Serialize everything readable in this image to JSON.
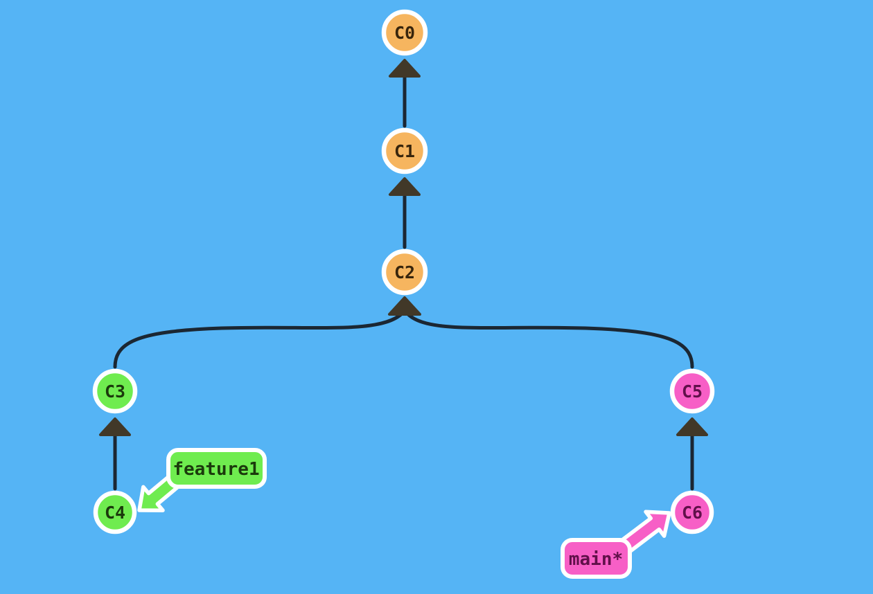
{
  "colors": {
    "background": "#55B4F5",
    "node_border": "#FFFFFF",
    "edge": "#1B2733",
    "arrowhead": "#413828",
    "trunk_fill": "#F6B55F",
    "trunk_text": "#38250C",
    "feature_fill": "#6FEC4F",
    "feature_text": "#1B3A0C",
    "main_fill": "#F75FC6",
    "main_text": "#61104A"
  },
  "commits": [
    {
      "label": "C0"
    },
    {
      "label": "C1"
    },
    {
      "label": "C2"
    },
    {
      "label": "C3"
    },
    {
      "label": "C4"
    },
    {
      "label": "C5"
    },
    {
      "label": "C6"
    }
  ],
  "branch_labels": {
    "feature": "feature1",
    "main": "main*"
  }
}
